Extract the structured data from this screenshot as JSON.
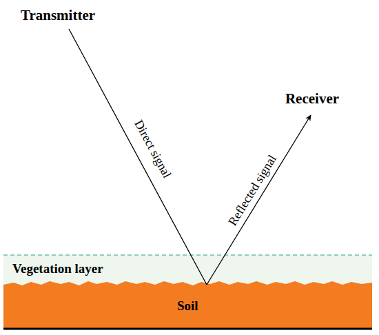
{
  "diagram": {
    "nodes": [
      {
        "text": [
          "Vegetation layer"
        ]
      },
      {
        "text": [
          "Soil"
        ]
      }
    ],
    "labels": [
      "Transmitter",
      "Receiver",
      "Direct signal",
      "Reflected signal"
    ]
  }
}
